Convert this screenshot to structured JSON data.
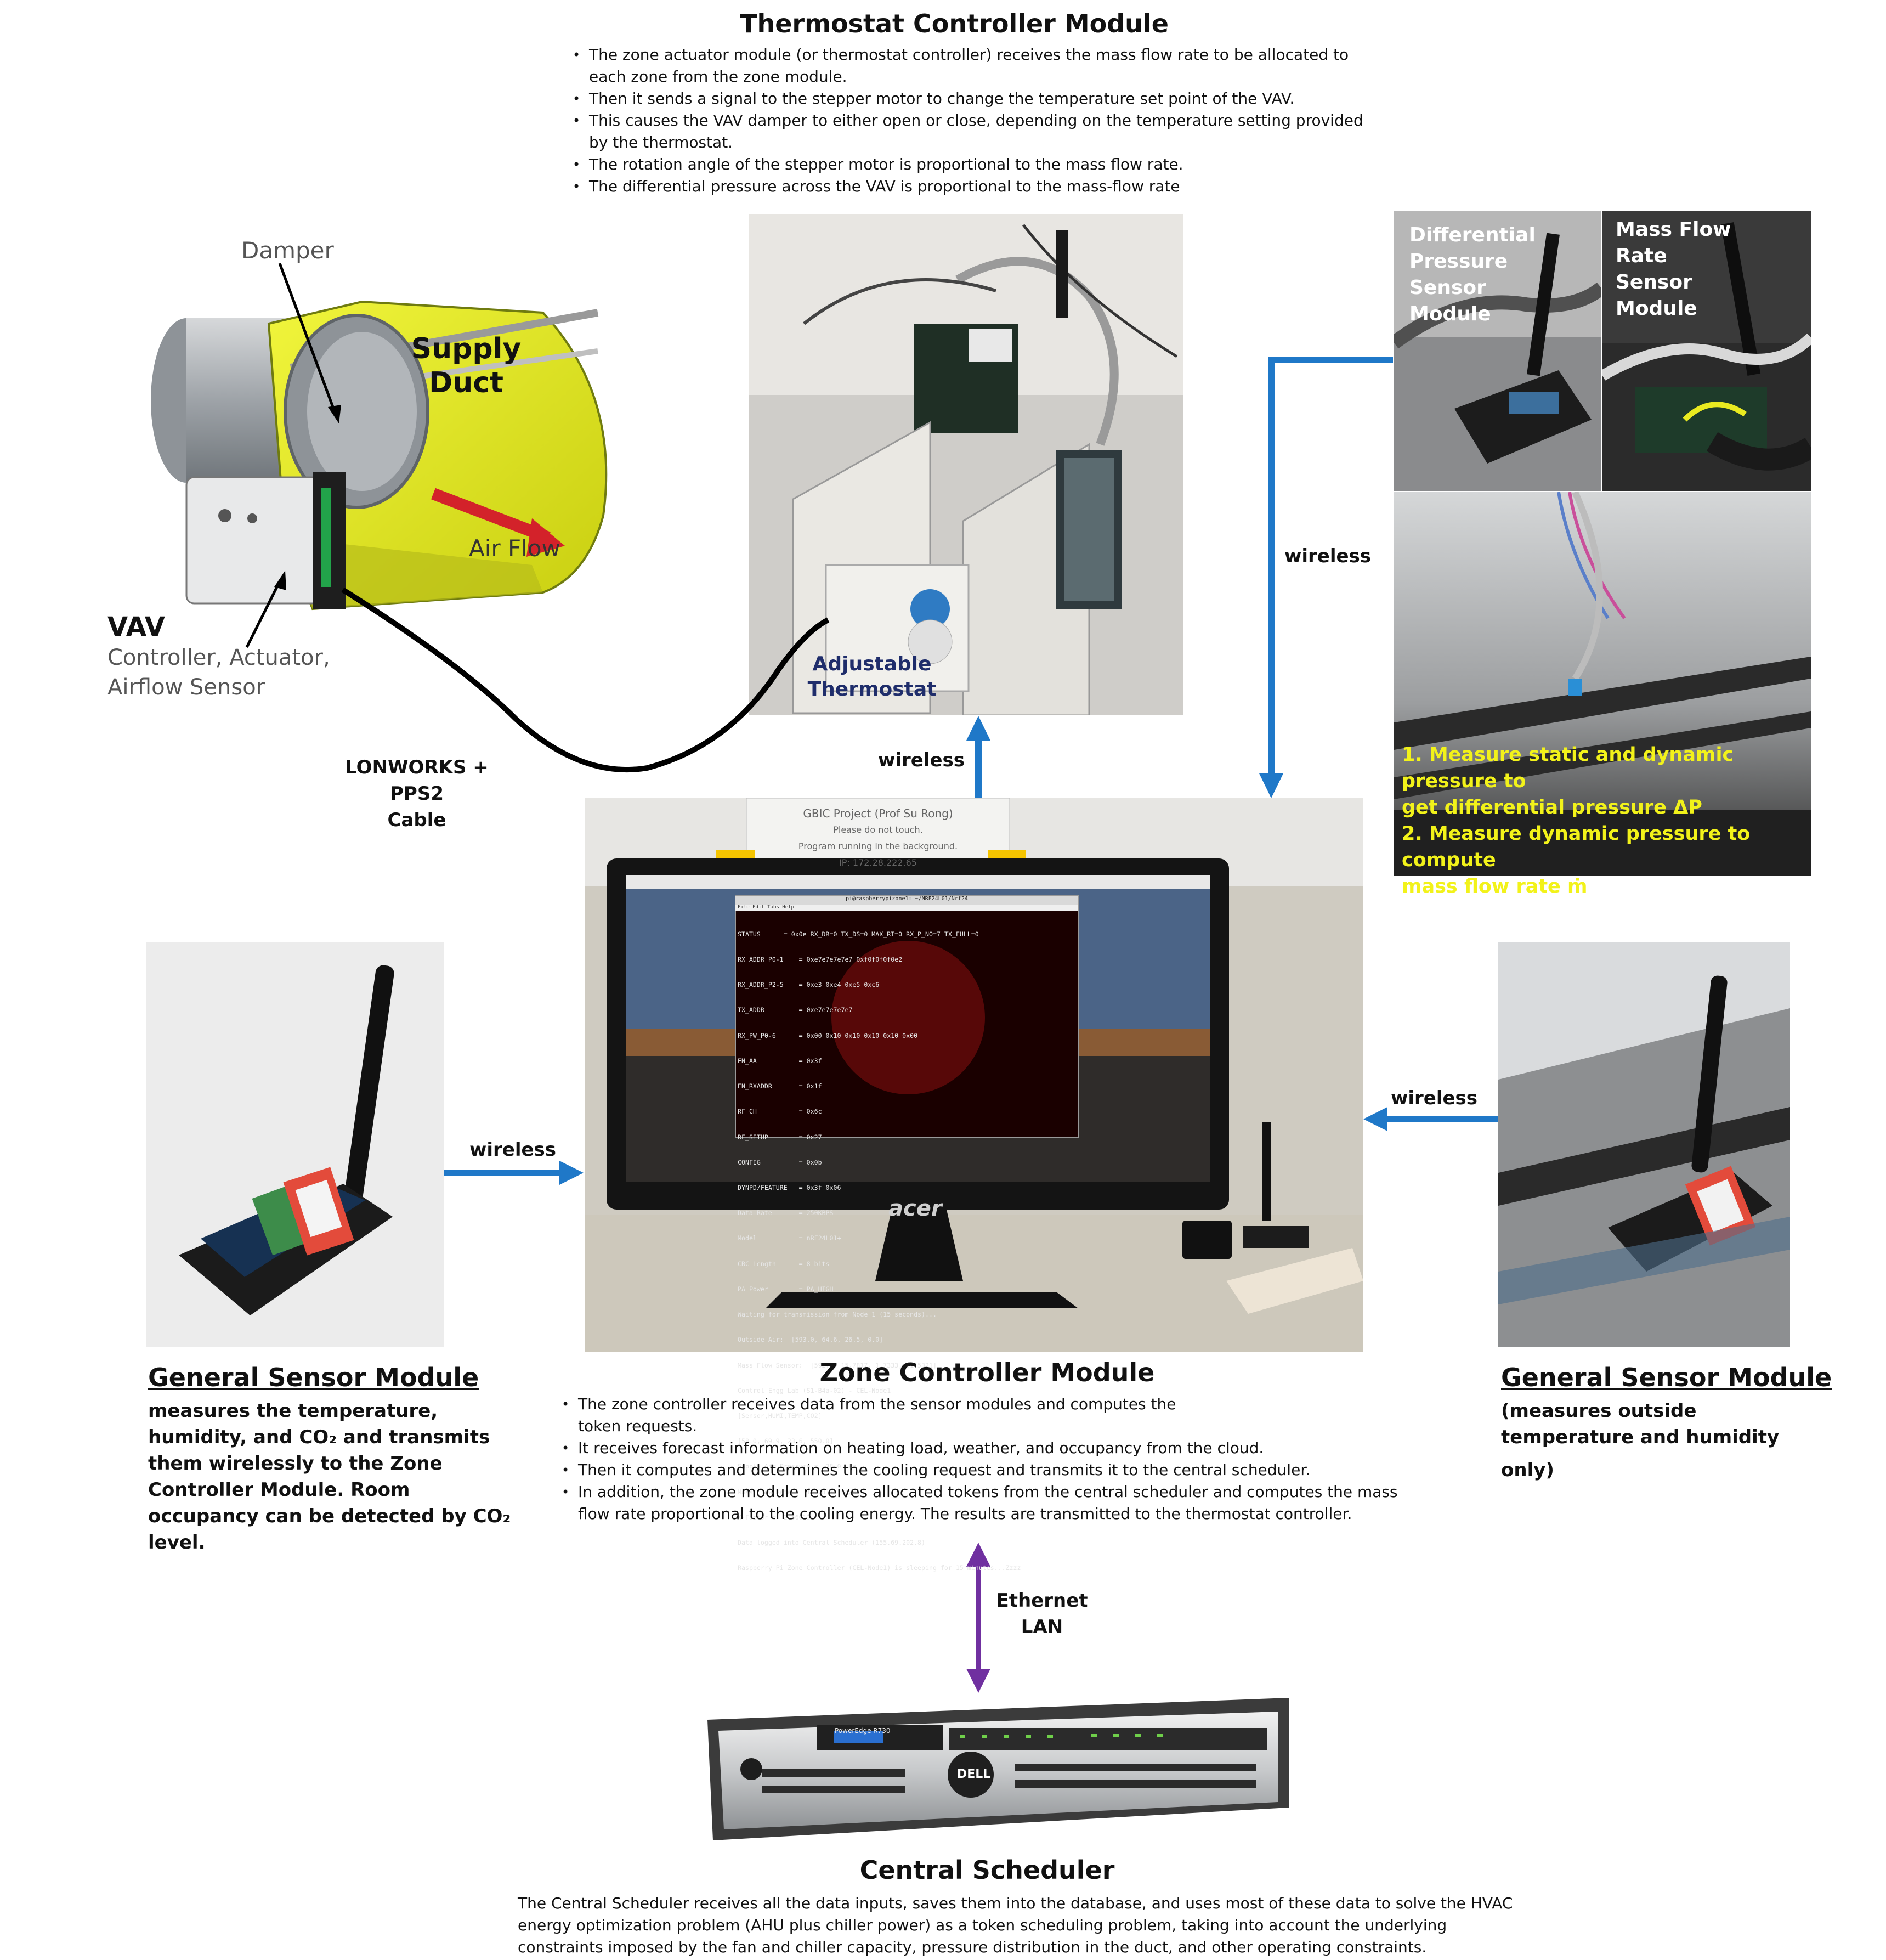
{
  "thermostat": {
    "title": "Thermostat Controller Module",
    "bullets": [
      "The zone actuator module (or thermostat controller) receives the mass flow rate to be allocated to each zone from the zone module.",
      "Then it sends a signal to the stepper motor to change the temperature set point of the VAV.",
      "This causes the VAV damper to either open or close, depending on the temperature setting provided by the thermostat.",
      "The rotation angle of the stepper motor is proportional to the mass flow rate.",
      "The differential pressure across the VAV is proportional to the mass-flow rate"
    ],
    "photo_label": [
      "Adjustable",
      "Thermostat"
    ]
  },
  "vav": {
    "damper_label": "Damper",
    "duct_label": [
      "Supply",
      "Duct"
    ],
    "airflow_label": "Air Flow",
    "vav_title": "VAV",
    "vav_sub": [
      "Controller, Actuator,",
      "Airflow Sensor"
    ]
  },
  "cable_label": [
    "LONWORKS + PPS2",
    "Cable"
  ],
  "links": {
    "wireless": "wireless",
    "ethernet": [
      "Ethernet",
      "LAN"
    ]
  },
  "pressure": {
    "diff_label": [
      "Differential",
      "Pressure",
      "Sensor",
      "Module"
    ],
    "mass_label": [
      "Mass Flow",
      "Rate",
      "Sensor",
      "Module"
    ],
    "steps": [
      "1. Measure static and dynamic pressure to",
      "get differential pressure ΔP",
      "2. Measure dynamic pressure to compute",
      "mass flow rate ṁ"
    ]
  },
  "monitor": {
    "note": [
      "GBIC Project (Prof Su Rong)",
      "Please do not touch.",
      "Program running in the background.",
      "IP: 172.28.222.65"
    ],
    "brand": "acer",
    "terminal_title": "pi@raspberrypizone1: ~/NRF24L01/Nrf24",
    "terminal_menu": "File  Edit  Tabs  Help",
    "terminal_lines": [
      "STATUS      = 0x0e RX_DR=0 TX_DS=0 MAX_RT=0 RX_P_NO=7 TX_FULL=0",
      "RX_ADDR_P0-1    = 0xe7e7e7e7e7 0xf0f0f0f0e2",
      "RX_ADDR_P2-5    = 0xe3 0xe4 0xe5 0xc6",
      "TX_ADDR         = 0xe7e7e7e7e7",
      "RX_PW_P0-6      = 0x00 0x10 0x10 0x10 0x10 0x00",
      "EN_AA           = 0x3f",
      "EN_RXADDR       = 0x1f",
      "RF_CH           = 0x6c",
      "RF_SETUP        = 0x27",
      "CONFIG          = 0x0b",
      "DYNPD/FEATURE   = 0x3f 0x06",
      "Data Rate       = 250KBPS",
      "Model           = nRF24L01+",
      "CRC Length      = 8 bits",
      "PA Power        = PA_HIGH",
      "Waiting for transmission from Node 1 (15 seconds)...",
      "Outside Air:  [593.0, 64.6, 26.5, 0.0]",
      "Mass Flow Sensor:  [592.0, 15.7817, 1.7333, 51.5321]",
      "Control Engg Lab (S1-B4a-02) - CEL-Node1",
      "[Sensor,HUMI,TEMP,CO2]",
      "[58.0, 69.9, 23.6, 550.0]",
      "Supply Air Pressure =  38.0  Pa",
      "Mass Flow Rate =  15.7817  kg/s",
      "K-Factor =  2.56013",
      "Data logged into Central Scheduler (155.69.202.8)",
      "Raspberry Pi Zone Controller (CEL-Node1) is sleeping for 15 minutes...Zzzz"
    ]
  },
  "zone": {
    "title": "Zone Controller Module",
    "bullets": [
      "The zone controller receives data from the sensor modules and computes the token requests.",
      "It receives forecast information on heating load, weather, and occupancy from the cloud.",
      "Then it computes and determines the cooling request and transmits it to the central scheduler.",
      "In addition, the zone module receives allocated tokens from the central scheduler and computes the mass flow rate proportional to the cooling energy. The results are transmitted to the thermostat controller."
    ]
  },
  "sensor_left": {
    "title": "General Sensor Module",
    "text": [
      "measures the temperature,",
      "humidity, and CO₂ and transmits",
      "them wirelessly to the Zone",
      "Controller Module. Room",
      "occupancy can be detected by CO₂",
      "level."
    ]
  },
  "sensor_right": {
    "title": "General Sensor Module",
    "text": [
      "(measures outside",
      "temperature and humidity",
      "only)"
    ]
  },
  "central": {
    "title": "Central Scheduler",
    "server_brand": "DELL",
    "server_model": "PowerEdge R730",
    "text": [
      "The Central Scheduler receives all the data inputs, saves them into the database, and uses most of these data to solve the HVAC",
      "energy optimization problem (AHU plus chiller power) as a token scheduling problem, taking into account the underlying",
      "constraints imposed by the fan and chiller capacity, pressure distribution in the duct, and other operating constraints."
    ]
  },
  "colors": {
    "wireless_arrow": "#1f78c8",
    "ethernet_arrow": "#7030a0",
    "duct_yellow": "#e6ec1e",
    "caption_yellow": "#f2f21a",
    "label_navy": "#1f2d6b"
  }
}
